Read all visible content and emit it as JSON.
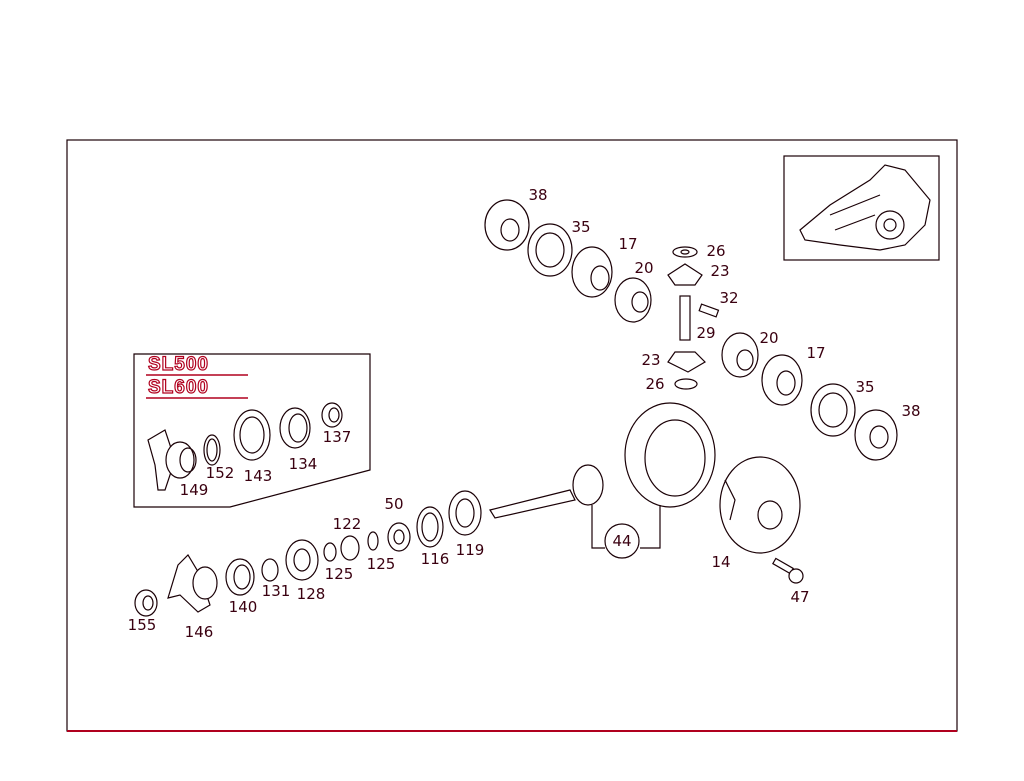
{
  "diagram": {
    "model_badges": [
      "SL500",
      "SL600"
    ],
    "callouts": [
      "38",
      "35",
      "17",
      "20",
      "26",
      "23",
      "32",
      "29",
      "20",
      "17",
      "23",
      "26",
      "35",
      "38",
      "137",
      "134",
      "143",
      "152",
      "149",
      "50",
      "122",
      "44",
      "116",
      "119",
      "14",
      "125",
      "125",
      "131",
      "128",
      "140",
      "47",
      "155",
      "146"
    ],
    "colors": {
      "frame": "#1a0006",
      "accent": "#b0001e"
    }
  }
}
